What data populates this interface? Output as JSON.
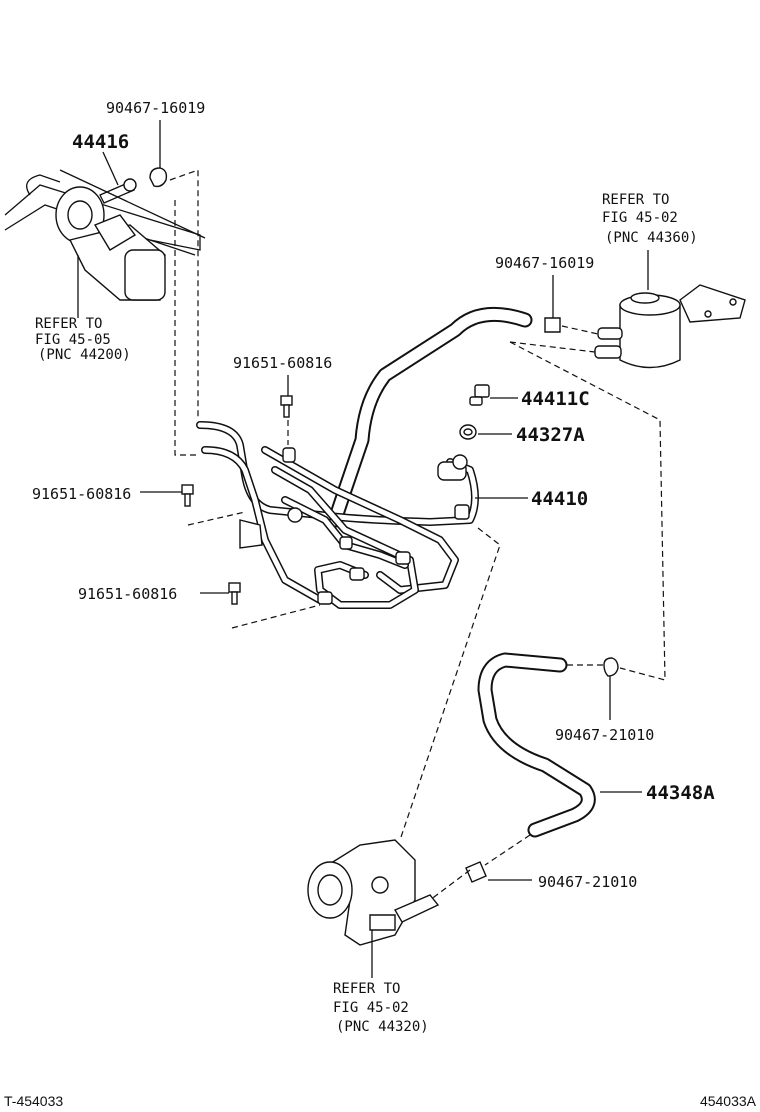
{
  "labels": {
    "clip_top": "90467-16019",
    "union_44416": "44416",
    "ref_gear_1": "REFER TO",
    "ref_gear_2": "FIG 45-05",
    "ref_gear_3": "(PNC 44200)",
    "ref_tank_1": "REFER TO",
    "ref_tank_2": "FIG 45-02",
    "ref_tank_3": "(PNC 44360)",
    "clip_tank": "90467-16019",
    "bolt_1": "91651-60816",
    "union_44411c": "44411C",
    "gasket_44327a": "44327A",
    "bolt_2": "91651-60816",
    "tube_44410": "44410",
    "bolt_3": "91651-60816",
    "clip_hose_upper": "90467-21010",
    "hose_44348a": "44348A",
    "clip_hose_lower": "90467-21010",
    "ref_pump_1": "REFER TO",
    "ref_pump_2": "FIG 45-02",
    "ref_pump_3": "(PNC 44320)"
  },
  "footer": {
    "left_code": "T-454033",
    "right_code": "454033A"
  },
  "icons": [
    "steering-gear-icon",
    "reservoir-tank-icon",
    "vane-pump-icon",
    "hose-clip-icon",
    "bolt-icon",
    "union-bolt-icon",
    "gasket-icon"
  ]
}
